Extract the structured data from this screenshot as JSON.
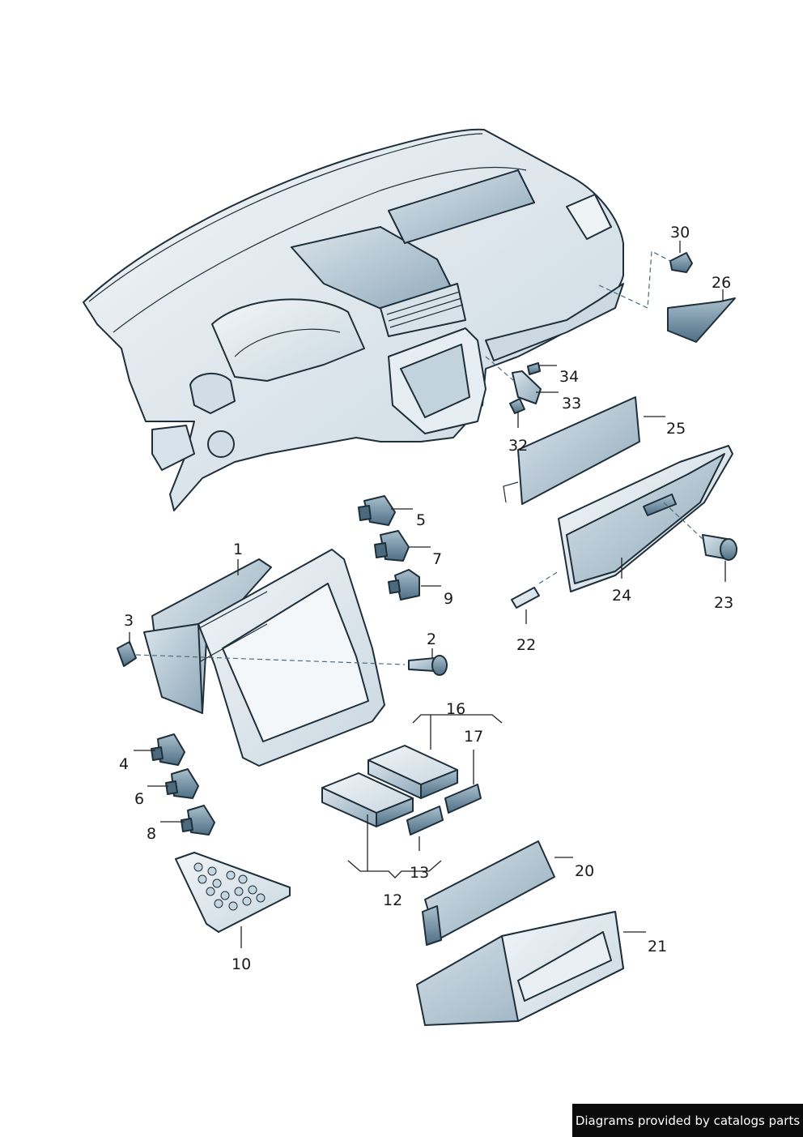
{
  "diagram": {
    "credit": "Diagrams provided by catalogs parts",
    "labels": {
      "p1": "1",
      "p2": "2",
      "p3": "3",
      "p4": "4",
      "p5": "5",
      "p6": "6",
      "p7": "7",
      "p8": "8",
      "p9": "9",
      "p10": "10",
      "p12": "12",
      "p13": "13",
      "p16": "16",
      "p17": "17",
      "p20": "20",
      "p21": "21",
      "p22": "22",
      "p23": "23",
      "p24": "24",
      "p25": "25",
      "p26": "26",
      "p30": "30",
      "p32": "32",
      "p33": "33",
      "p34": "34"
    }
  },
  "colors": {
    "part_fill_light": "#dfe8ee",
    "part_fill_mid": "#b7cad6",
    "part_fill_dark": "#6e8ea3",
    "outline": "#1f2f3a"
  }
}
